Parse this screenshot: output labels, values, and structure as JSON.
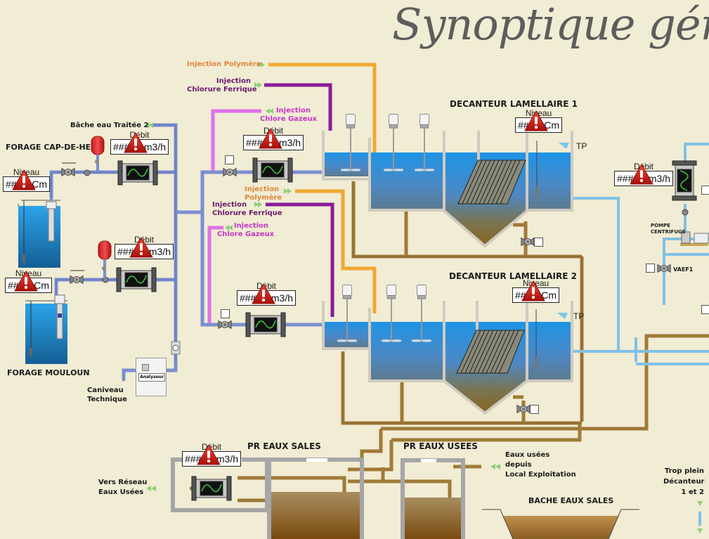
{
  "title": "Synoptique gén",
  "labels": {
    "forage_cap_de_he": "FORAGE CAP-DE-HE",
    "forage_mouloun": "FORAGE MOULOUN",
    "bache_eau_traitee_2": "Bâche eau Traitée 2",
    "caniveau_technique": [
      "Caniveau",
      "Technique"
    ],
    "analyseur": "Analyseur",
    "decanteur_1": "DECANTEUR LAMELLAIRE 1",
    "decanteur_2": "DECANTEUR LAMELLAIRE 2",
    "tp_1": "TP",
    "tp_2": "TP",
    "pompe_centrifuge": [
      "POMPE",
      "CENTRIFUGE"
    ],
    "vaef1": "VAEF1",
    "pr_eaux_sales": "PR EAUX SALES",
    "pr_eaux_usees": "PR EAUX USEES",
    "bache_eaux_sales": "BACHE EAUX SALES",
    "vers_reseau": [
      "Vers Réseau",
      "Eaux Usées"
    ],
    "eaux_usees_depuis": [
      "Eaux usées",
      "depuis",
      "Local Exploitation"
    ],
    "trop_plein": [
      "Trop plein",
      "Décanteur",
      "1 et 2"
    ]
  },
  "injections": {
    "polymere_1": "Injection Polymère",
    "chlorure_ferrique_1": [
      "Injection",
      "Chlorure Ferrique"
    ],
    "chlore_gazeux_1": [
      "Injection",
      "Chlore Gazeux"
    ],
    "polymere_2": [
      "Injection",
      "Polymère"
    ],
    "chlorure_ferrique_2": [
      "Injection",
      "Chlorure Ferrique"
    ],
    "chlore_gazeux_2": [
      "Injection",
      "Chlore Gazeux"
    ]
  },
  "measurements": [
    {
      "id": "niveau-cap-de-he",
      "caption": "Niveau",
      "prefix": "##",
      "unit": "Cm",
      "status": "alarm"
    },
    {
      "id": "debit-cap-de-he",
      "caption": "Débit",
      "prefix": "###",
      "unit": "m3/h",
      "status": "alarm"
    },
    {
      "id": "niveau-mouloun",
      "caption": "Niveau",
      "prefix": "##",
      "unit": "Cm",
      "status": "alarm"
    },
    {
      "id": "debit-mouloun",
      "caption": "Débit",
      "prefix": "###",
      "unit": "m3/h",
      "status": "alarm"
    },
    {
      "id": "debit-decanteur-1",
      "caption": "Débit",
      "prefix": "###",
      "unit": "m3/h",
      "status": "alarm"
    },
    {
      "id": "debit-decanteur-2",
      "caption": "Débit",
      "prefix": "###",
      "unit": "m3/h",
      "status": "alarm"
    },
    {
      "id": "niveau-decanteur-1",
      "caption": "Niveau",
      "prefix": "##",
      "unit": "Cm",
      "status": "alarm"
    },
    {
      "id": "niveau-decanteur-2",
      "caption": "Niveau",
      "prefix": "##",
      "unit": "Cm",
      "status": "alarm"
    },
    {
      "id": "debit-sortie",
      "caption": "Débit",
      "prefix": "###",
      "unit": "m3/h",
      "status": "alarm"
    },
    {
      "id": "debit-pr-eaux-sales",
      "caption": "Débit",
      "prefix": "###",
      "unit": "m3/h",
      "status": "alarm"
    }
  ],
  "colors": {
    "background": "#f1ecd4",
    "water_pipe": "#7a8fd0",
    "clear_pipe": "#7fc1e6",
    "sludge_pipe": "#a07a38",
    "polymere": "#f0a830",
    "chlorure_ferrique": "#8a1c9a",
    "chlore_gazeux": "#e070e8",
    "alarm": "#d42018",
    "water": "#2a97e0",
    "sludge": "#8a5a1a"
  }
}
